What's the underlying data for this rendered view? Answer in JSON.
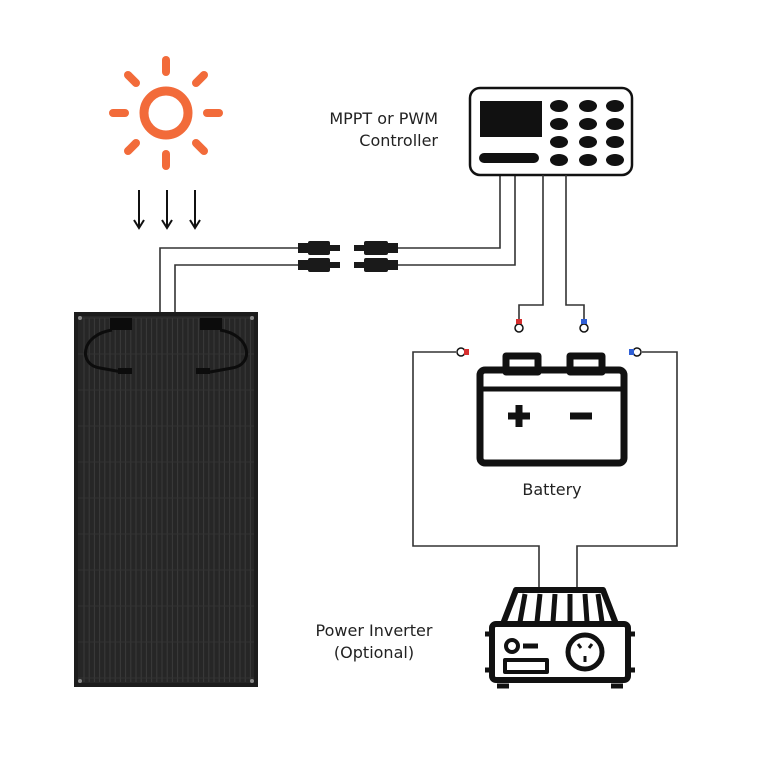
{
  "labels": {
    "controller_line1": "MPPT or PWM",
    "controller_line2": "Controller",
    "battery": "Battery",
    "inverter_line1": "Power Inverter",
    "inverter_line2": "(Optional)"
  },
  "colors": {
    "sun": "#F26B3A",
    "stroke": "#111111",
    "wire": "#333333",
    "panel_cell": "#2b2b2b",
    "terminal_red": "#d62f2f",
    "terminal_blue": "#2f5fd6"
  },
  "icons": [
    "sun-icon",
    "sunlight-arrows-icon",
    "solar-panel-icon",
    "mc4-connector-icon",
    "charge-controller-icon",
    "battery-icon",
    "power-inverter-icon"
  ]
}
